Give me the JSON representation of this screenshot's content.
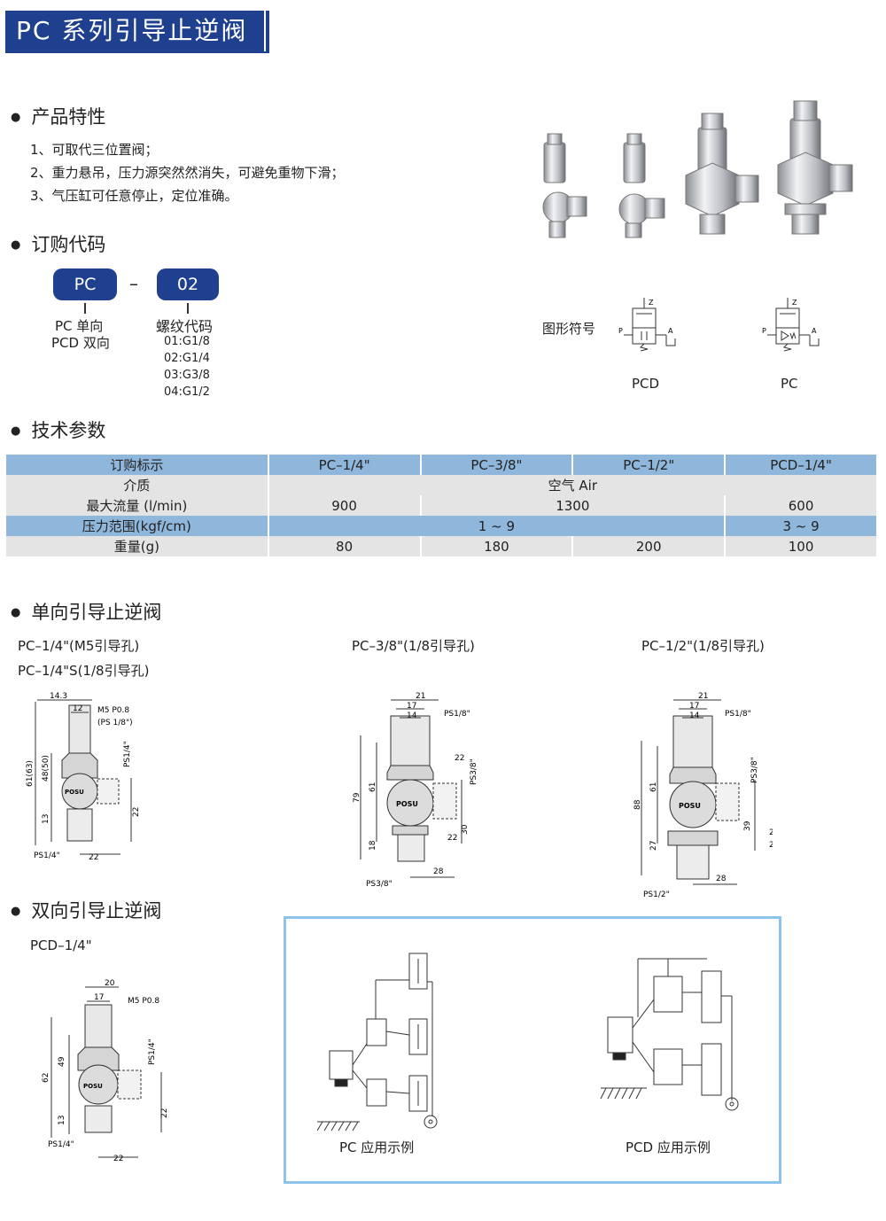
{
  "title": "PC 系列引导止逆阀",
  "sections": {
    "features": "产品特性",
    "order": "订购代码",
    "tech": "技术参数",
    "single": "单向引导止逆阀",
    "double": "双向引导止逆阀"
  },
  "features": [
    "1、可取代三位置阀；",
    "2、重力悬吊，压力源突然然消失，可避免重物下滑；",
    "3、气压缸可任意停止，定位准确。"
  ],
  "order_code": {
    "code1": "PC",
    "dash": "–",
    "code2": "02",
    "code1_desc": [
      "PC  单向",
      "PCD 双向"
    ],
    "code2_title": "螺纹代码",
    "code2_opts": [
      "01:G1/8",
      "02:G1/4",
      "03:G3/8",
      "04:G1/2"
    ]
  },
  "symbols": {
    "label": "图形符号",
    "pcd": "PCD",
    "pc": "PC",
    "ports": {
      "z": "Z",
      "p": "P",
      "a": "A"
    }
  },
  "table": {
    "header": [
      "订购标示",
      "PC–1/4\"",
      "PC–3/8\"",
      "PC–1/2\"",
      "PCD–1/4\""
    ],
    "medium_label": "介质",
    "medium_value": "空气 Air",
    "flow_label": "最大流量 (l/min)",
    "flow_values": [
      "900",
      "1300",
      "600"
    ],
    "pressure_label": "压力范围(kgf/cm)",
    "pressure_values": [
      "1 ~ 9",
      "3 ~ 9"
    ],
    "weight_label": "重量(g)",
    "weight_values": [
      "80",
      "180",
      "200",
      "100"
    ]
  },
  "drawings": {
    "d1_title": "PC–1/4\"(M5引导孔)",
    "d1_sub": "PC–1/4\"S(1/8引导孔)",
    "d2_title": "PC–3/8\"(1/8引导孔)",
    "d3_title": "PC–1/2\"(1/8引导孔)",
    "d4_title": "PCD–1/4\"",
    "brand": "POSU"
  },
  "applications": {
    "pc": "PC 应用示例",
    "pcd": "PCD 应用示例"
  }
}
